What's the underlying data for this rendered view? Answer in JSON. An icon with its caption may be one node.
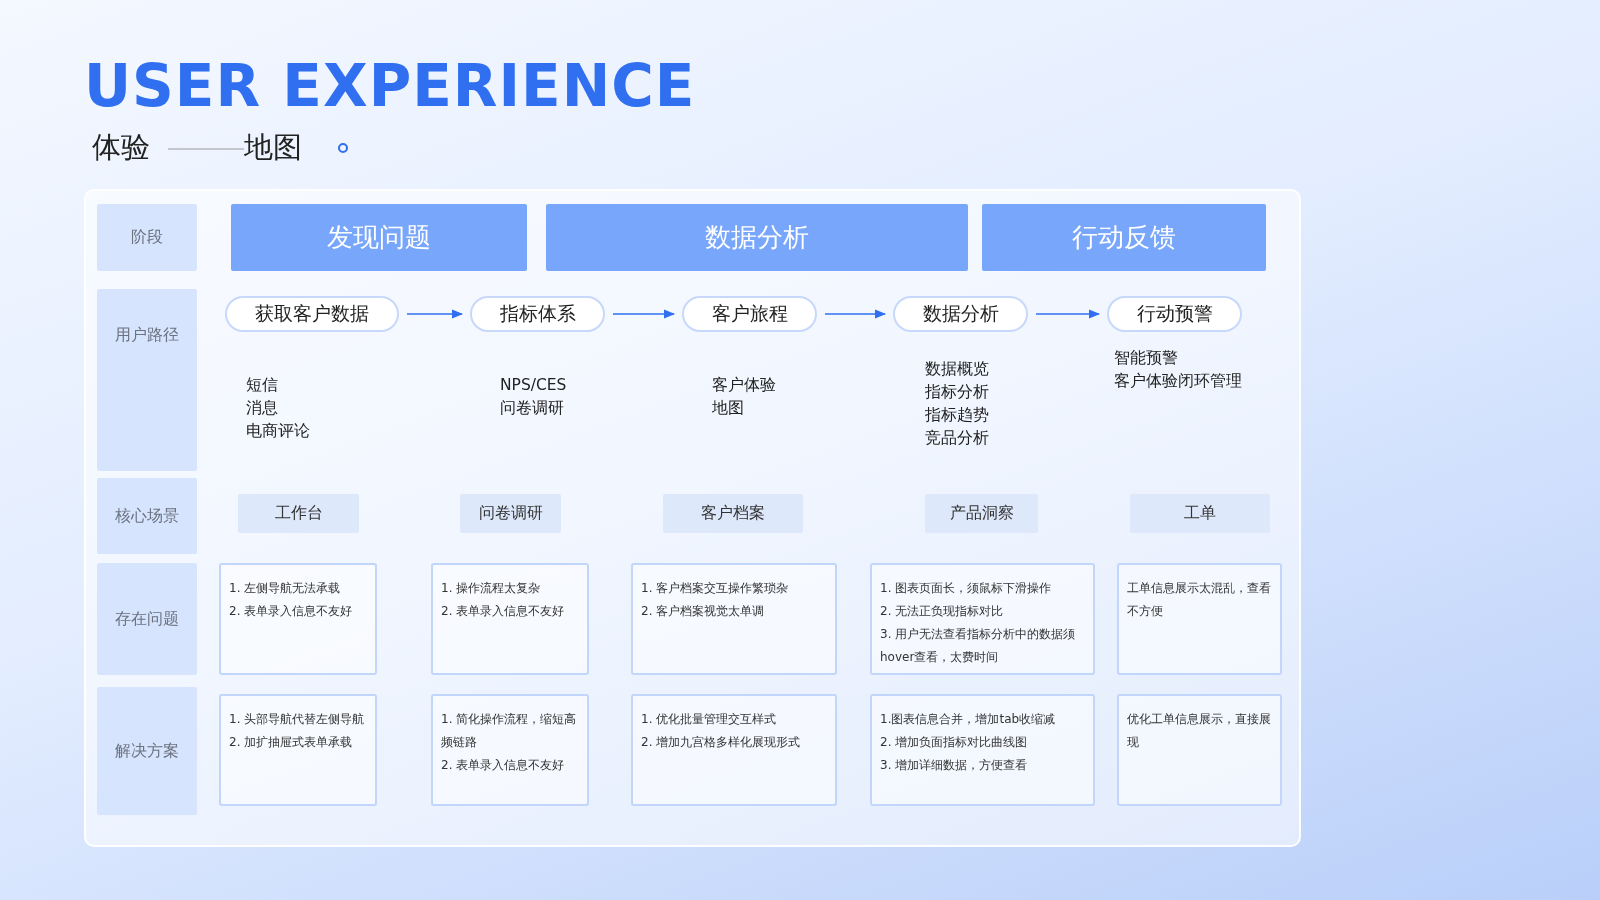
{
  "diagram": {
    "title": "USER EXPERIENCE",
    "nodes": [
      {
        "text": [
          "阶段"
        ]
      },
      {
        "text": [
          "用户路径"
        ]
      },
      {
        "text": [
          "核心场景"
        ]
      },
      {
        "text": [
          "存在问题"
        ]
      },
      {
        "text": [
          "解决方案"
        ]
      },
      {
        "text": [
          "发现问题"
        ]
      },
      {
        "text": [
          "数据分析"
        ]
      },
      {
        "text": [
          "行动反馈"
        ]
      },
      {
        "text": [
          "获取客户数据"
        ],
        "beside": [
          "短信",
          "消息",
          "电商评论"
        ]
      },
      {
        "text": [
          "指标体系"
        ],
        "beside": [
          "NPS/CES",
          "问卷调研"
        ]
      },
      {
        "text": [
          "客户旅程"
        ],
        "beside": [
          "客户体验",
          "地图"
        ]
      },
      {
        "text": [
          "数据分析"
        ],
        "beside": [
          "数据概览",
          "指标分析",
          "指标趋势",
          "竞品分析"
        ]
      },
      {
        "text": [
          "行动预警"
        ],
        "beside": [
          "智能预警",
          "客户体验闭环管理"
        ]
      },
      {
        "text": [
          "工作台"
        ]
      },
      {
        "text": [
          "问卷调研"
        ]
      },
      {
        "text": [
          "客户档案"
        ]
      },
      {
        "text": [
          "产品洞察"
        ]
      },
      {
        "text": [
          "工单"
        ]
      },
      {
        "text": [
          "1. 左侧导航无法承载",
          "2. 表单录入信息不友好"
        ]
      },
      {
        "text": [
          "1. 操作流程太复杂",
          "2. 表单录入信息不友好"
        ]
      },
      {
        "text": [
          "1. 客户档案交互操作繁琐杂",
          "2. 客户档案视觉太单调"
        ]
      },
      {
        "text": [
          "1. 图表页面长，须鼠标下滑操作",
          "2. 无法正负现指标对比",
          "3. 用户无法查看指标分析中的数据须hover查看，太费时间"
        ]
      },
      {
        "text": [
          "工单信息展示太混乱，查看不方便"
        ]
      },
      {
        "text": [
          "1. 头部导航代替左侧导航",
          "2. 加扩抽屉式表单承载"
        ]
      },
      {
        "text": [
          "1. 简化操作流程，缩短高频链路",
          "2. 表单录入信息不友好"
        ]
      },
      {
        "text": [
          "1. 优化批量管理交互样式",
          "2. 增加九宫格多样化展现形式"
        ]
      },
      {
        "text": [
          "1.图表信息合并，增加tab收缩减",
          "2. 增加负面指标对比曲线图",
          "3. 增加详细数据，方便查看"
        ]
      },
      {
        "text": [
          "优化工单信息展示，直接展现"
        ]
      }
    ],
    "edges": [
      {
        "from": 8,
        "to": 9,
        "arrow": "to"
      },
      {
        "from": 9,
        "to": 10,
        "arrow": "to"
      },
      {
        "from": 10,
        "to": 11,
        "arrow": "to"
      },
      {
        "from": 11,
        "to": 12,
        "arrow": "to"
      }
    ],
    "labels": [
      "体验",
      "地图"
    ]
  }
}
